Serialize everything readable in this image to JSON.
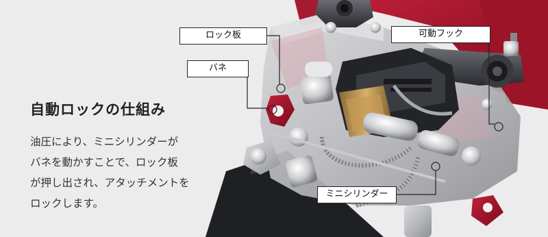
{
  "heading": "自動ロックの仕組み",
  "description_lines": [
    "油圧により、ミニシリンダーが",
    "バネを動かすことで、ロック板",
    "が押し出され、アタッチメントを",
    "ロックします。"
  ],
  "callouts": {
    "lock_plate": "ロック板",
    "spring": "バネ",
    "movable_hook": "可動フック",
    "mini_cylinder": "ミニシリンダー"
  }
}
